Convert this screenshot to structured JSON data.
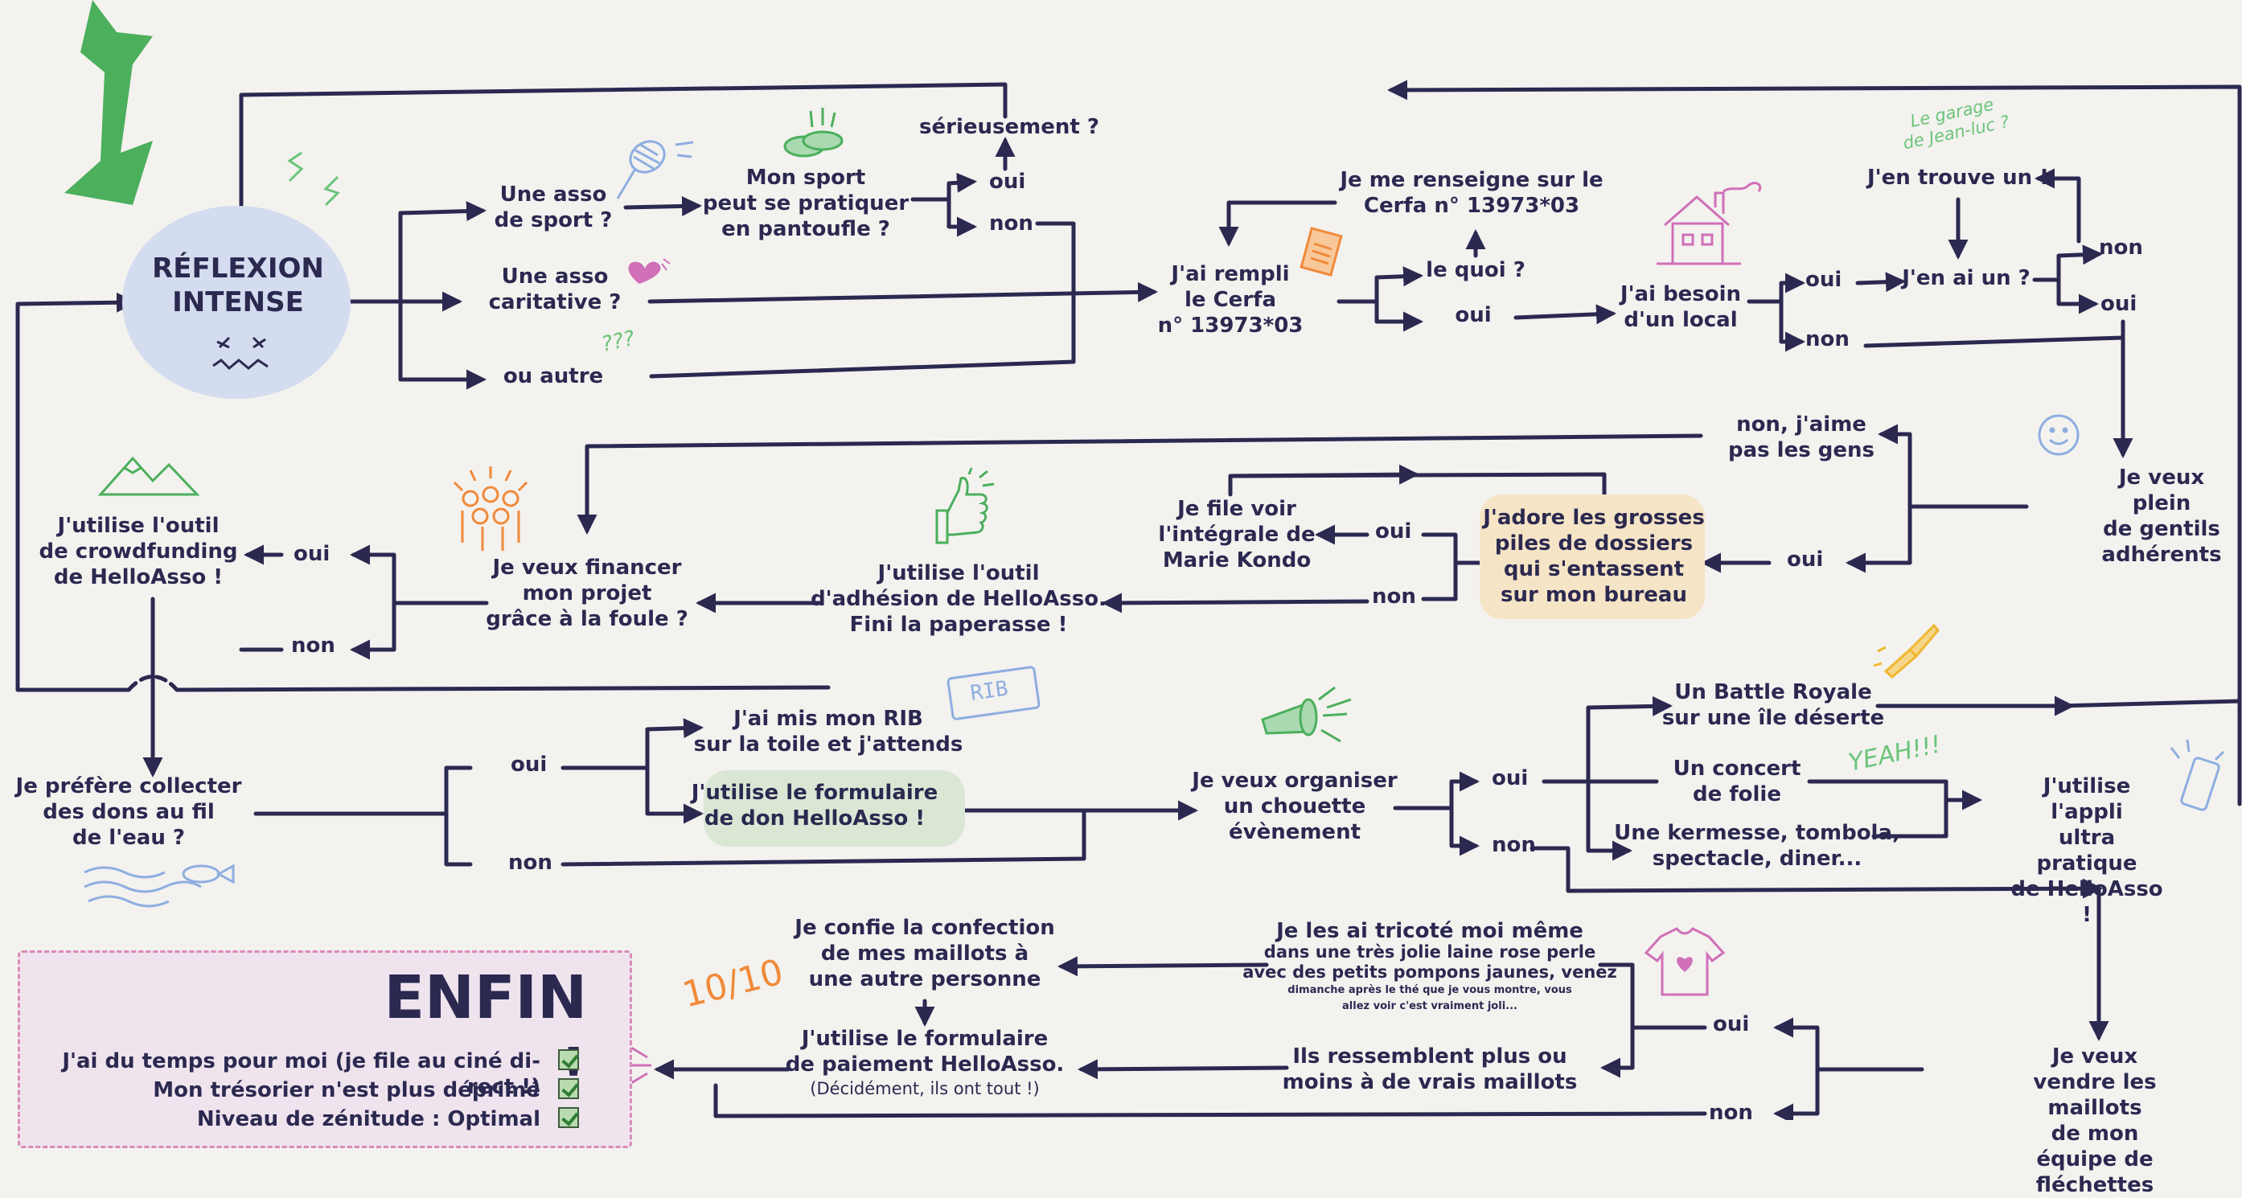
{
  "colors": {
    "ink": "#2b2950",
    "bubble": "#d4dcef",
    "highlight_yellow": "#f6e4c6",
    "highlight_green": "#d9e7d4",
    "enfin_border": "#d98ab6",
    "enfin_bg": "#efe4ee",
    "arrow_green": "#4caf5c"
  },
  "start": {
    "label": "RÉFLEXION\nINTENSE"
  },
  "nodes": {
    "une_asso_sport": "Une asso\nde sport ?",
    "une_asso_caritative": "Une asso\ncaritative  ?",
    "ou_autre": "ou autre",
    "mon_sport": "Mon sport\npeut se pratiquer\nen pantoufle ?",
    "serieusement": "sérieusement ?",
    "oui_1": "oui",
    "non_1": "non",
    "jai_rempli": "J'ai rempli\nle Cerfa\nn° 13973*03",
    "je_me_renseigne": "Je me renseigne sur le\nCerfa n° 13973*03",
    "le_quoi": "le quoi ?",
    "oui_2": "oui",
    "besoin_local": "J'ai besoin\nd'un local",
    "oui_3": "oui",
    "non_3": "non",
    "jen_trouve": "J'en trouve un !",
    "jen_ai_un": "J'en ai un ?",
    "non_4": "non",
    "oui_4": "oui",
    "garage": "Le garage\nde Jean-luc ?",
    "plein_adherents": "Je veux plein\nde gentils\nadhérents",
    "non_jaime": "non, j'aime\npas les gens",
    "oui_5": "oui",
    "grosses_piles": "J'adore les grosses\npiles de dossiers\nqui s'entassent\nsur mon bureau",
    "je_file_voir": "Je file voir\nl'intégrale de\nMarie Kondo",
    "oui_6": "oui",
    "non_6": "non",
    "outil_adhesion": "J'utilise l'outil\nd'adhésion de HelloAsso.\nFini la paperasse !",
    "financer_projet": "Je veux financer\nmon projet\ngrâce à la foule ?",
    "oui_7": "oui",
    "non_7": "non",
    "crowdfunding": "J'utilise l'outil\nde crowdfunding\nde HelloAsso !",
    "collecter_dons": "Je préfère collecter\ndes dons au fil\nde l'eau ?",
    "oui_8": "oui",
    "non_8": "non",
    "mis_rib": "J'ai mis mon RIB\nsur la toile et j'attends",
    "formulaire_don": "J'utilise le formulaire\nde don HelloAsso !",
    "organiser_evenement": "Je veux organiser\nun chouette\névènement",
    "oui_9": "oui",
    "non_9": "non",
    "battle_royale": "Un Battle Royale\nsur une île déserte",
    "concert": "Un concert\nde folie",
    "kermesse": "Une kermesse, tombola,\nspectacle, diner...",
    "appli": "J'utilise l'appli\nultra pratique\nde HelloAsso !",
    "vendre_maillots": "Je veux vendre les maillots\nde mon équipe de fléchettes",
    "oui_10": "oui",
    "non_10": "non",
    "tricote": "Je les ai  tricoté moi même",
    "tricote_sub": "dans une très jolie laine rose perle\navec des petits pompons  jaunes, venez",
    "tricote_tiny": "dimanche après le thé que je vous montre, vous\nallez voir c'est vraiment joli...",
    "ressemblent": "Ils ressemblent plus ou\nmoins à de vrais maillots",
    "confie": "Je confie la confection\nde mes maillots à\nune autre personne",
    "formulaire_paiement": "J'utilise le formulaire\nde paiement HelloAsso.",
    "decidement": "(Décidément, ils ont tout !)"
  },
  "doodles": {
    "qqq": "???",
    "rib": "RIB",
    "yeah": "YEAH!!!",
    "ten_of_ten": "10/10",
    "icons": [
      "green-arrow-icon",
      "tennis-racket-icon",
      "slippers-icon",
      "heart-icon",
      "document-icon",
      "house-icon",
      "smiley-icon",
      "mountain-icon",
      "crowd-icon",
      "thumbs-up-icon",
      "rib-card-icon",
      "megaphone-icon",
      "knife-icon",
      "phone-icon",
      "fish-icon",
      "tshirt-icon"
    ]
  },
  "enfin": {
    "title": "ENFIN !",
    "items": [
      "J'ai du temps pour moi (je file au ciné di-rect !)",
      "Mon trésorier n'est plus déprimé",
      "Niveau de zénitude : Optimal"
    ]
  }
}
